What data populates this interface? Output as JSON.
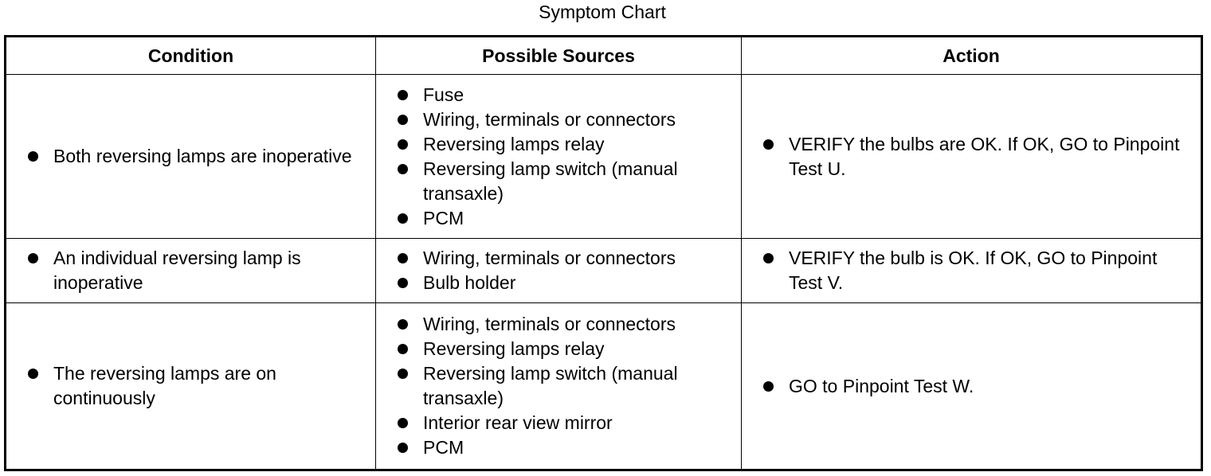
{
  "title": "Symptom Chart",
  "headers": {
    "condition": "Condition",
    "sources": "Possible Sources",
    "action": "Action"
  },
  "rows": [
    {
      "condition": "Both reversing lamps are inoperative",
      "sources": [
        "Fuse",
        "Wiring, terminals or connectors",
        "Reversing lamps relay",
        "Reversing lamp switch (manual transaxle)",
        "PCM"
      ],
      "action": "VERIFY the bulbs are OK. If OK, GO to Pinpoint Test U."
    },
    {
      "condition": "An individual reversing lamp is inoperative",
      "sources": [
        "Wiring, terminals or connectors",
        "Bulb holder"
      ],
      "action": "VERIFY the bulb is OK. If OK, GO to Pinpoint Test V."
    },
    {
      "condition": "The reversing lamps are on continuously",
      "sources": [
        "Wiring, terminals or connectors",
        "Reversing lamps relay",
        "Reversing lamp switch (manual transaxle)",
        "Interior rear view mirror",
        "PCM"
      ],
      "action": "GO to Pinpoint Test W."
    }
  ]
}
